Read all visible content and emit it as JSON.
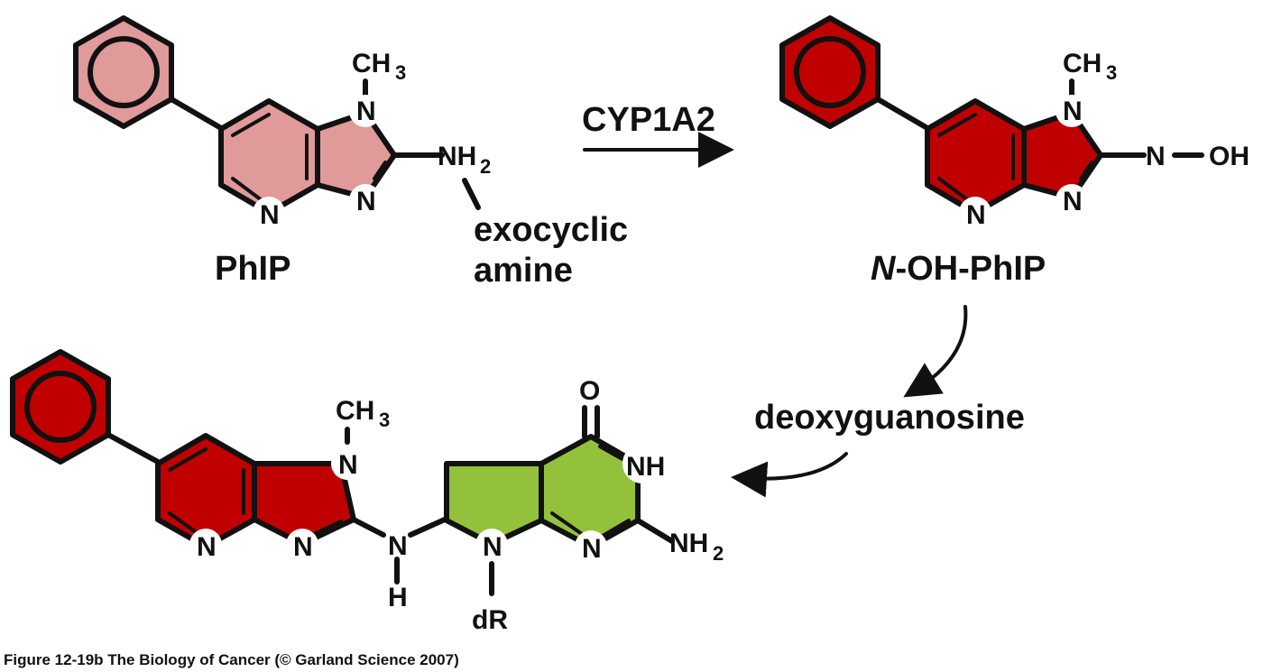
{
  "colors": {
    "phip_fill": "#e09a9a",
    "activated_fill": "#c00000",
    "guanine_fill": "#93c13c",
    "line": "#111111"
  },
  "labels": {
    "phip": "PhIP",
    "exocyclic_line1": "exocyclic",
    "exocyclic_line2": "amine",
    "enzyme": "CYP1A2",
    "n_oh_phip_italic": "N",
    "n_oh_phip_rest": "-OH-PhIP",
    "deoxyguanosine": "deoxyguanosine"
  },
  "atoms": {
    "N": "N",
    "CH": "CH",
    "sub3": "3",
    "NH": "NH",
    "sub2": "2",
    "OH": "OH",
    "O": "O",
    "H": "H",
    "dR": "dR"
  },
  "caption": "Figure 12-19b  The Biology of Cancer (© Garland Science 2007)"
}
